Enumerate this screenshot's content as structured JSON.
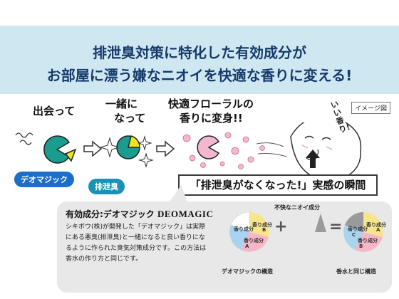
{
  "banner": {
    "line1": "排泄臭対策に特化した有効成分が",
    "line2": "お部屋に漂う嫌なニオイを快適な香りに変える!"
  },
  "image_note": "イメージ図",
  "steps": {
    "step1": "出会って",
    "step2_line1": "一緒に",
    "step2_line2": "なって",
    "step3_line1": "快適フローラルの",
    "step3_line2": "香りに変身!!"
  },
  "tags": {
    "deomagic": "デオマジック",
    "odor": "排泄臭"
  },
  "face_speech": "いい香り!",
  "headline": "「排泄臭がなくなった!」実感の瞬間",
  "info": {
    "title_prefix": "有効成分:デオマジック ",
    "title_latin": "DEOMAGIC",
    "body": "シキボウ(株)が開発した「デオマジック」は実際にある悪臭(排泄臭)と一緒になると良い香りになるように作られた臭気対策成分です。この方法は香水の作り方と同じです。"
  },
  "diagram": {
    "top_label": "不快なニオイ成分",
    "plus": "+",
    "equals": "=",
    "left_caption": "デオマジックの構造",
    "right_caption": "香水と同じ構造",
    "pie_left": {
      "a": "香り成分",
      "b": "香り成分",
      "c": "香り成分",
      "a_letter": "A",
      "b_letter": "B",
      "c_letter": ""
    },
    "pie_right": {
      "a": "香り成分",
      "b": "香り成分",
      "c": "香り成分",
      "a_letter": "A",
      "b_letter": "B",
      "c_letter": "C"
    }
  },
  "colors": {
    "banner_bg": "#cfe7f1",
    "banner_text": "#163a6b",
    "pacman_teal": "#1a9c8e",
    "odor_yellow": "#f3e31a",
    "flower_pink": "#f3b8cf",
    "pie_yellow": "#f6e58d",
    "pie_pink": "#f6b6c8",
    "pie_blue": "#a9d3ee",
    "pie_gray": "#9a9a9a",
    "tag_blue": "#1b6fc9",
    "tag_teal": "#1a91b6"
  }
}
